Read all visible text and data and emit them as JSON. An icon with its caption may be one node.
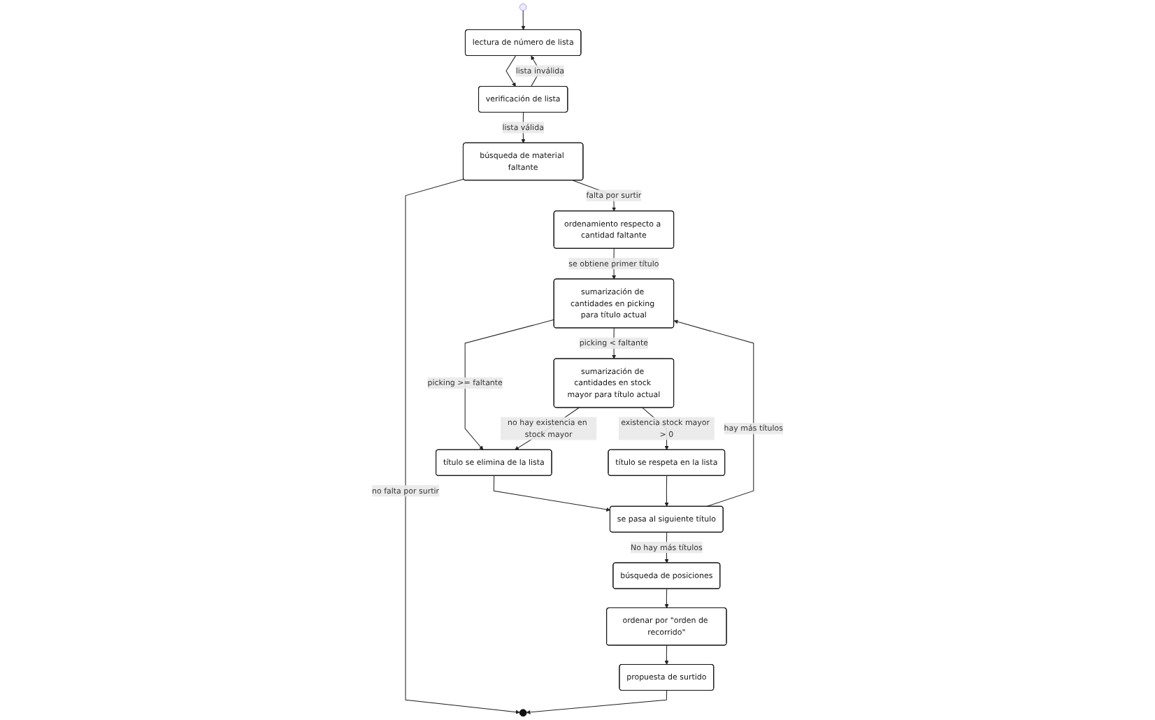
{
  "diagram": {
    "nodes": [
      {
        "text": [],
        "shape": "circle"
      },
      {
        "text": [
          "lectura de número de lista"
        ]
      },
      {
        "text": [
          "verificación de lista"
        ]
      },
      {
        "text": [
          "búsqueda de material faltante"
        ]
      },
      {
        "text": [
          "ordenamiento respecto a cantidad faltante"
        ]
      },
      {
        "text": [
          "sumarización de cantidades en picking para título actual"
        ]
      },
      {
        "text": [
          "búsqueda de posiciones"
        ]
      },
      {
        "text": [
          "sumarización de cantidades en stock mayor para título actual"
        ]
      },
      {
        "text": [
          "título se elimina de la lista"
        ]
      },
      {
        "text": [
          "ordenar por \"orden de recorrido\""
        ]
      },
      {
        "text": [
          "propuesta de surtido"
        ]
      },
      {
        "text": [
          "título se respeta en la lista"
        ]
      },
      {
        "text": [
          "se pasa al siguiente título"
        ]
      },
      {
        "text": [],
        "shape": "circle"
      }
    ],
    "edges": [
      {
        "from": 0,
        "to": 1,
        "arrow": "to"
      },
      {
        "from": 1,
        "to": 2,
        "arrow": "to"
      },
      {
        "from": 2,
        "to": 1,
        "arrow": "to",
        "label": "lista inválida"
      },
      {
        "from": 2,
        "to": 3,
        "arrow": "to",
        "label": "lista válida"
      },
      {
        "from": 3,
        "to": 4,
        "arrow": "to",
        "label": "falta por surtir"
      },
      {
        "from": 3,
        "to": 13,
        "arrow": "to",
        "label": "no falta por surtir"
      },
      {
        "from": 4,
        "to": 5,
        "arrow": "to",
        "label": "se obtiene primer título"
      },
      {
        "from": 5,
        "to": 8,
        "arrow": "to",
        "label": "picking >= faltante"
      },
      {
        "from": 5,
        "to": 7,
        "arrow": "to",
        "label": "picking < faltante"
      },
      {
        "from": 7,
        "to": 8,
        "arrow": "to",
        "label": "no hay existencia en stock mayor"
      },
      {
        "from": 7,
        "to": 11,
        "arrow": "to",
        "label": "existencia stock mayor > 0"
      },
      {
        "from": 8,
        "to": 12,
        "arrow": "to"
      },
      {
        "from": 11,
        "to": 12,
        "arrow": "to"
      },
      {
        "from": 12,
        "to": 5,
        "arrow": "to",
        "label": "hay más títulos"
      },
      {
        "from": 12,
        "to": 6,
        "arrow": "to",
        "label": "No hay más títulos"
      },
      {
        "from": 6,
        "to": 9,
        "arrow": "to"
      },
      {
        "from": 9,
        "to": 10,
        "arrow": "to"
      },
      {
        "from": 10,
        "to": 13,
        "arrow": "to"
      }
    ]
  }
}
